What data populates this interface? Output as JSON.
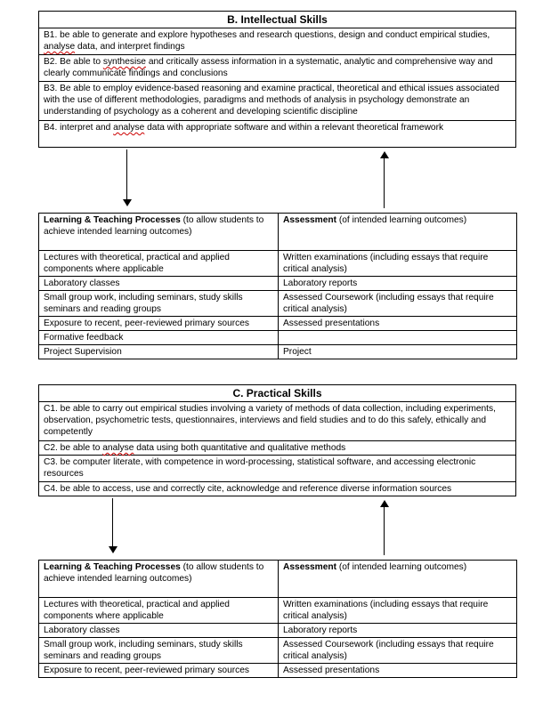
{
  "sectionB": {
    "title": "B. Intellectual Skills",
    "items": [
      {
        "pre": "B1. be able to generate and explore hypotheses and research questions, design and conduct empirical studies, ",
        "sq": "analyse",
        "post": " data, and interpret findings"
      },
      {
        "pre": "B2. Be able to ",
        "sq": "synthesise",
        "post": " and critically assess information in a systematic, analytic and comprehensive way and clearly communicate findings and conclusions"
      },
      {
        "pre": "B3. Be able to employ evidence-based reasoning and examine practical, theoretical and ethical issues associated with the use of different methodologies, paradigms and methods of analysis in psychology demonstrate an understanding of psychology as a coherent and developing scientific discipline",
        "sq": "",
        "post": ""
      },
      {
        "pre": "B4. interpret and ",
        "sq": "analyse",
        "post": " data with appropriate software and within a relevant theoretical framework"
      }
    ]
  },
  "tableB": {
    "head_left_bold": "Learning & Teaching Processes",
    "head_left_rest": " (to allow students to achieve intended learning outcomes)",
    "head_right_bold": "Assessment",
    "head_right_rest": " (of intended learning outcomes)",
    "rows": [
      [
        "Lectures with theoretical, practical and applied components where applicable",
        "Written examinations (including essays that require critical analysis)"
      ],
      [
        "Laboratory classes",
        "Laboratory reports"
      ],
      [
        "Small group work, including seminars, study skills seminars and reading groups",
        "Assessed Coursework (including essays that require critical analysis)"
      ],
      [
        "Exposure to recent, peer-reviewed primary sources",
        "Assessed presentations"
      ],
      [
        "Formative feedback",
        ""
      ],
      [
        "Project Supervision",
        "Project"
      ]
    ]
  },
  "sectionC": {
    "title": "C. Practical Skills",
    "items": [
      {
        "pre": "C1. be able to carry out empirical studies involving a variety of methods of data collection, including experiments, observation, psychometric tests, questionnaires, interviews and field studies and to do this safely, ethically and competently",
        "sq": "",
        "post": ""
      },
      {
        "pre": "C2. be able to ",
        "sq": "analyse",
        "post": " data using both quantitative and qualitative methods"
      },
      {
        "pre": "C3. be computer literate, with competence in word-processing, statistical software, and accessing electronic resources",
        "sq": "",
        "post": ""
      },
      {
        "pre": "C4. be able to access, use and correctly cite, acknowledge and reference diverse information sources",
        "sq": "",
        "post": ""
      }
    ]
  },
  "tableC": {
    "head_left_bold": "Learning & Teaching Processes",
    "head_left_rest": " (to allow students to achieve intended learning outcomes)",
    "head_right_bold": "Assessment",
    "head_right_rest": " (of intended learning outcomes)",
    "rows": [
      [
        "Lectures with theoretical, practical and applied components where applicable",
        "Written examinations (including essays that require critical analysis)"
      ],
      [
        "Laboratory classes",
        "Laboratory reports"
      ],
      [
        "Small group work, including seminars, study skills seminars and reading groups",
        "Assessed Coursework (including essays that require critical analysis)"
      ],
      [
        "Exposure to recent, peer-reviewed primary sources",
        "Assessed presentations"
      ]
    ]
  }
}
